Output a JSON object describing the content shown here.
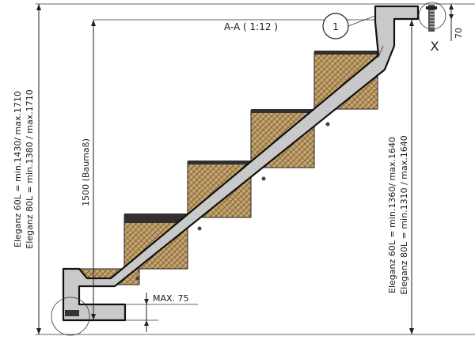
{
  "section_title": "A-A ( 1:12 )",
  "detail_marker": "1",
  "detail_view_label": "X",
  "dim_height_label": "1500 (Baumaß)",
  "dim_top_offset": "70",
  "dim_bottom_max": "MAX. 75",
  "dim_left_60": "Eleganz 60L = min.1430/ max.1710",
  "dim_left_80": "Eleganz 80L = min.1380 / max.1710",
  "dim_right_60": "Eleganz 60L = min.1360/ max.1640",
  "dim_right_80": "Eleganz 80L = min.1310 / max.1640",
  "colors": {
    "stringer_fill": "#c9c9c9",
    "tread_hatch_bg": "#c8a46a",
    "tread_hatch_line": "#6e5a3c",
    "outline": "#111111"
  }
}
